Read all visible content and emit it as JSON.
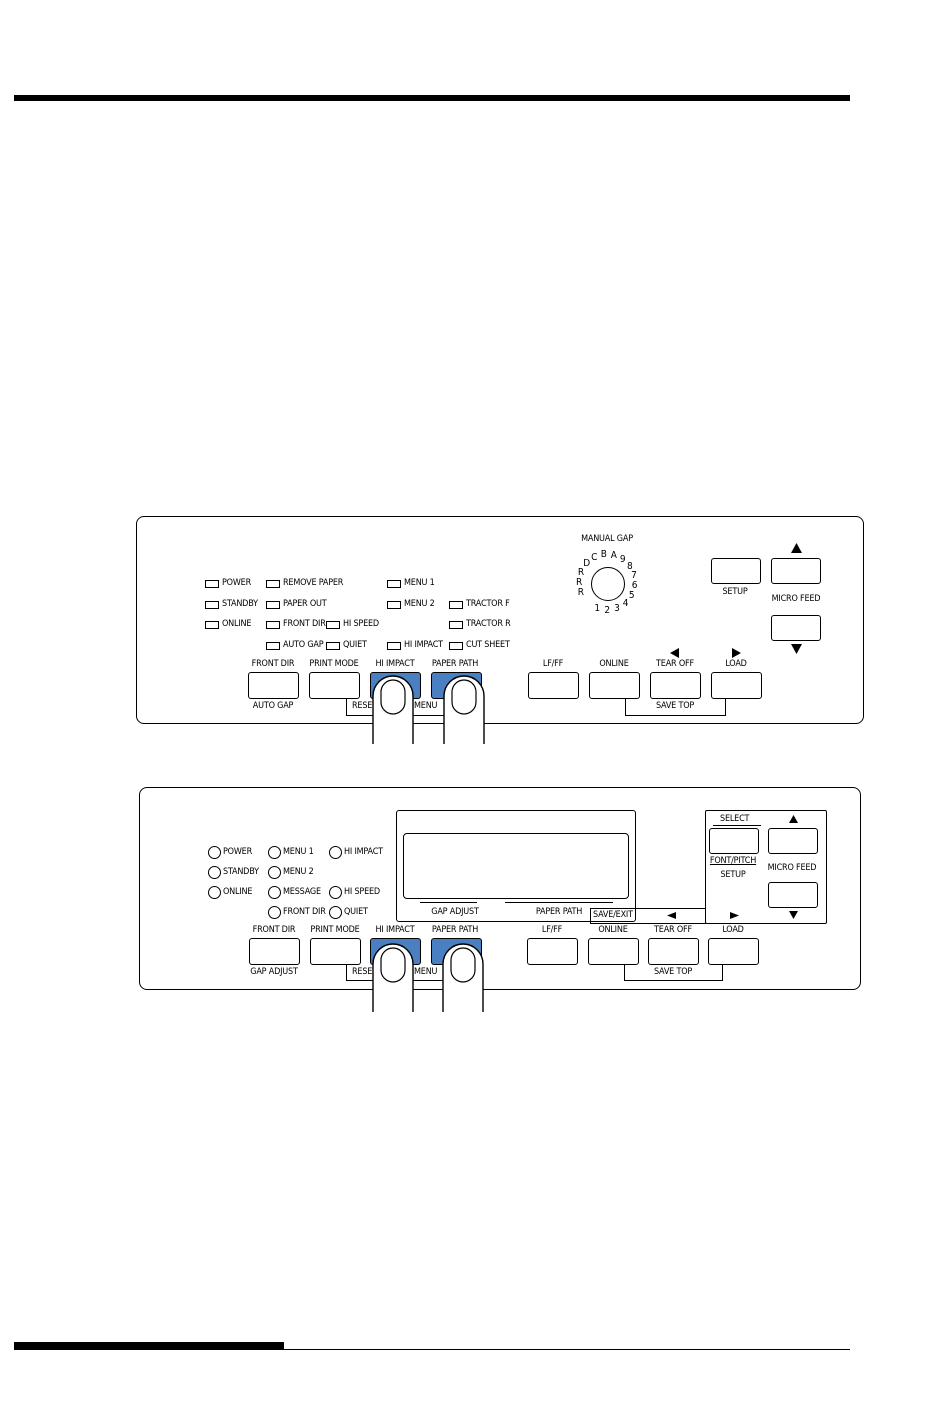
{
  "panel1": {
    "indicators": {
      "power": "POWER",
      "standby": "STANDBY",
      "online": "ONLINE",
      "remove_paper": "REMOVE PAPER",
      "paper_out": "PAPER OUT",
      "front_dir": "FRONT DIR",
      "hi_speed": "HI SPEED",
      "auto_gap": "AUTO GAP",
      "quiet": "QUIET",
      "menu1": "MENU 1",
      "menu2": "MENU 2",
      "hi_impact": "HI IMPACT",
      "tractor_f": "TRACTOR F",
      "tractor_r": "TRACTOR R",
      "cut_sheet": "CUT SHEET"
    },
    "manual_gap": "MANUAL GAP",
    "dial": [
      "1",
      "2",
      "3",
      "4",
      "5",
      "6",
      "7",
      "8",
      "9",
      "A",
      "B",
      "C",
      "D",
      "R",
      "R",
      "R"
    ],
    "buttons": {
      "front_dir": "FRONT DIR",
      "print_mode": "PRINT MODE",
      "hi_impact": "HI IMPACT",
      "paper_path": "PAPER PATH",
      "lf_ff": "LF/FF",
      "online": "ONLINE",
      "tear_off": "TEAR OFF",
      "load": "LOAD",
      "setup": "SETUP"
    },
    "sub": {
      "auto_gap": "AUTO GAP",
      "reset": "RESET",
      "menu": "MENU",
      "save_top": "SAVE TOP",
      "micro_feed": "MICRO FEED"
    }
  },
  "panel2": {
    "indicators": {
      "power": "POWER",
      "standby": "STANDBY",
      "online": "ONLINE",
      "menu1": "MENU 1",
      "menu2": "MENU 2",
      "message": "MESSAGE",
      "front_dir": "FRONT DIR",
      "hi_impact": "HI IMPACT",
      "hi_speed": "HI SPEED",
      "quiet": "QUIET"
    },
    "display_labels": {
      "gap_adjust": "GAP ADJUST",
      "paper_path": "PAPER PATH"
    },
    "buttons": {
      "front_dir": "FRONT DIR",
      "print_mode": "PRINT MODE",
      "hi_impact": "HI IMPACT",
      "paper_path": "PAPER PATH",
      "lf_ff": "LF/FF",
      "online": "ONLINE",
      "tear_off": "TEAR OFF",
      "load": "LOAD"
    },
    "sub": {
      "gap_adjust": "GAP ADJUST",
      "reset": "RESET",
      "menu": "MENU",
      "save_top": "SAVE TOP",
      "select": "SELECT",
      "font_pitch": "FONT/PITCH",
      "setup": "SETUP",
      "micro_feed": "MICRO FEED",
      "save_exit": "SAVE/EXIT"
    }
  },
  "colors": {
    "highlight": "#4a7fc1"
  }
}
